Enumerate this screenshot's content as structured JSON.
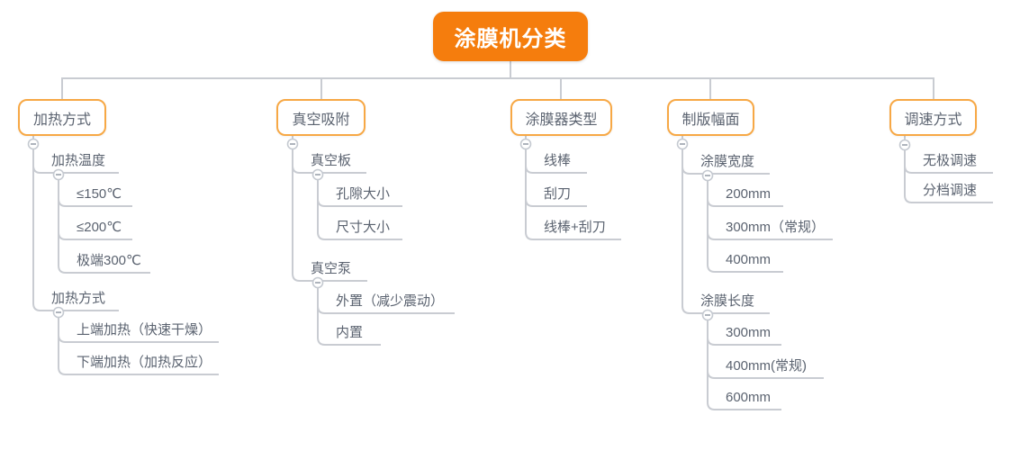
{
  "root": {
    "label": "涂膜机分类"
  },
  "branches": [
    {
      "label": "加热方式",
      "children": [
        {
          "label": "加热温度",
          "children": [
            {
              "label": "≤150℃"
            },
            {
              "label": "≤200℃"
            },
            {
              "label": "极端300℃"
            }
          ]
        },
        {
          "label": "加热方式",
          "children": [
            {
              "label": "上端加热（快速干燥）"
            },
            {
              "label": "下端加热（加热反应）"
            }
          ]
        }
      ]
    },
    {
      "label": "真空吸附",
      "children": [
        {
          "label": "真空板",
          "children": [
            {
              "label": "孔隙大小"
            },
            {
              "label": "尺寸大小"
            }
          ]
        },
        {
          "label": "真空泵",
          "children": [
            {
              "label": "外置（减少震动）"
            },
            {
              "label": "内置"
            }
          ]
        }
      ]
    },
    {
      "label": "涂膜器类型",
      "children": [
        {
          "label": "线棒"
        },
        {
          "label": "刮刀"
        },
        {
          "label": "线棒+刮刀"
        }
      ]
    },
    {
      "label": "制版幅面",
      "children": [
        {
          "label": "涂膜宽度",
          "children": [
            {
              "label": "200mm"
            },
            {
              "label": "300mm（常规）"
            },
            {
              "label": "400mm"
            }
          ]
        },
        {
          "label": "涂膜长度",
          "children": [
            {
              "label": "300mm"
            },
            {
              "label": "400mm(常规)"
            },
            {
              "label": "600mm"
            }
          ]
        }
      ]
    },
    {
      "label": "调速方式",
      "children": [
        {
          "label": "无极调速"
        },
        {
          "label": "分档调速"
        }
      ]
    }
  ],
  "icons": {
    "collapse": "minus-in-circle"
  },
  "colors": {
    "root_fill": "#F57D0D",
    "branch_border": "#F7A845",
    "connector": "#C9CCD2",
    "text": "#5B6370",
    "background": "#FFFFFF"
  }
}
